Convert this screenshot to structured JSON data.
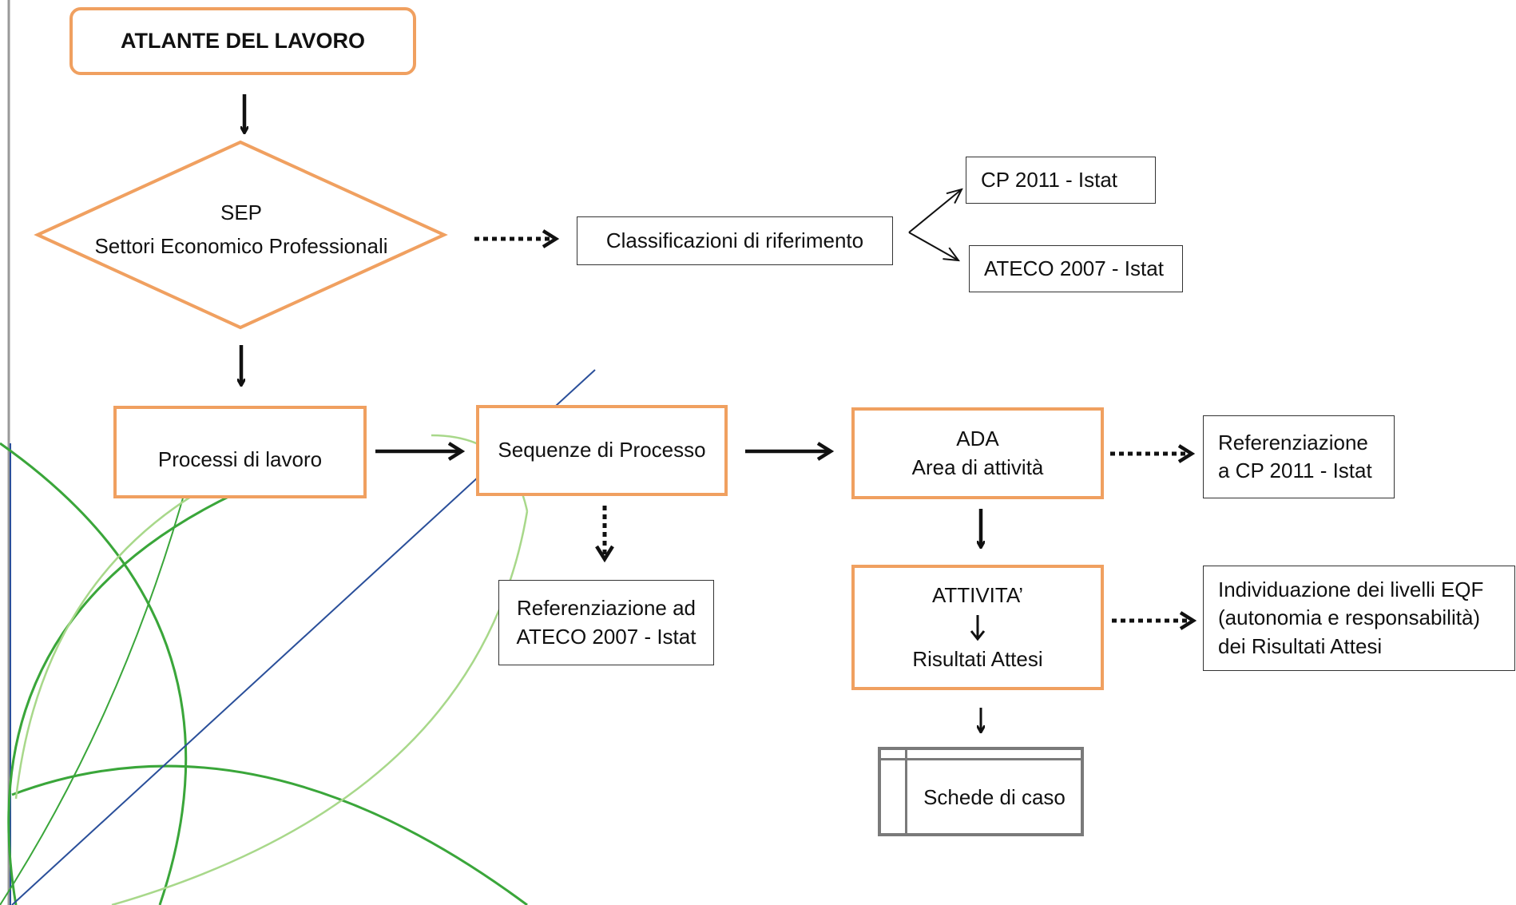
{
  "diagram": {
    "title": "ATLANTE DEL LAVORO",
    "sep": {
      "line1": "SEP",
      "line2": "Settori Economico Professionali"
    },
    "classificazioni": "Classificazioni di riferimento",
    "cp2011": "CP 2011 - Istat",
    "ateco2007": "ATECO 2007 - Istat",
    "processi": "Processi di lavoro",
    "sequenze": "Sequenze di Processo",
    "ada": {
      "line1": "ADA",
      "line2": "Area di attività"
    },
    "ref_cp": {
      "line1": "Referenziazione",
      "line2": "a CP 2011 - Istat"
    },
    "ref_ateco": {
      "line1": "Referenziazione ad",
      "line2": "ATECO 2007 - Istat"
    },
    "attivita": {
      "line1": "ATTIVITA’",
      "line2": "Risultati Attesi"
    },
    "eqf": {
      "line1": "Individuazione dei livelli EQF",
      "line2": "(autonomia e responsabilità)",
      "line3": "dei Risultati Attesi"
    },
    "schede": "Schede di caso"
  },
  "colors": {
    "node_border": "#f0a060",
    "plain_border": "#333333",
    "decor_green_dark": "#3aa63a",
    "decor_green_light": "#a8d88a",
    "decor_blue": "#2a4f9a"
  }
}
